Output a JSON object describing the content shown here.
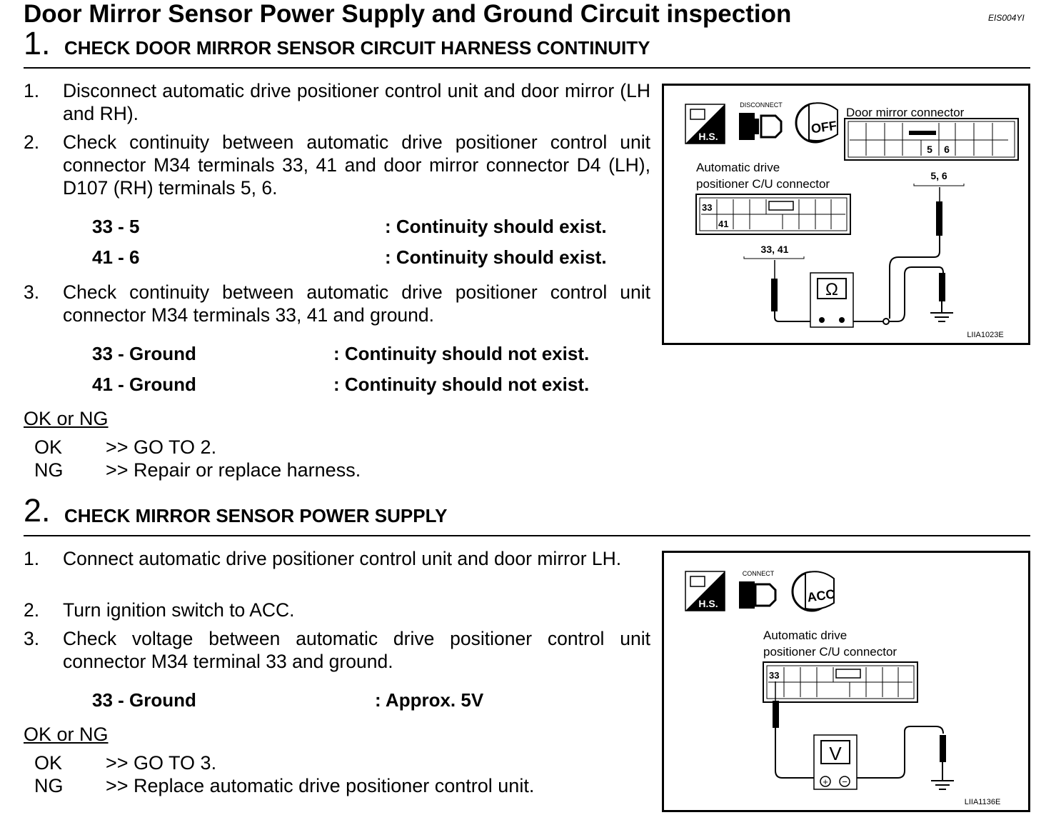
{
  "doc": {
    "title": "Door Mirror Sensor Power Supply and Ground Circuit inspection",
    "code": "EIS004YI"
  },
  "step1": {
    "number": "1.",
    "title": "CHECK DOOR MIRROR SENSOR CIRCUIT HARNESS CONTINUITY",
    "items": [
      {
        "num": "1.",
        "text": "Disconnect automatic drive positioner control unit and door mirror (LH and RH)."
      },
      {
        "num": "2.",
        "text": "Check continuity between automatic drive positioner control unit connector M34 terminals 33, 41 and door mirror connector D4 (LH), D107 (RH) terminals 5, 6."
      },
      {
        "num": "3.",
        "text": "Check continuity between automatic drive positioner control unit connector M34 terminals 33, 41 and ground."
      }
    ],
    "specs_a": [
      {
        "label": "33 - 5",
        "value": ": Continuity should exist."
      },
      {
        "label": "41 - 6",
        "value": ": Continuity should exist."
      }
    ],
    "specs_b": [
      {
        "label": "33 - Ground",
        "value": ": Continuity should not exist."
      },
      {
        "label": "41 - Ground",
        "value": ": Continuity should not exist."
      }
    ],
    "okng_label": "OK or NG",
    "results": [
      {
        "key": "OK",
        "value": ">> GO TO 2."
      },
      {
        "key": "NG",
        "value": ">> Repair or replace harness."
      }
    ],
    "figure": {
      "hs": "H.S.",
      "action": "DISCONNECT",
      "key": "OFF",
      "mirror_connector": "Door mirror connector",
      "terminal_5": "5",
      "terminal_6": "6",
      "cu_line1": "Automatic drive",
      "cu_line2": "positioner C/U connector",
      "terminal_33": "33",
      "terminal_41": "41",
      "probe_a": "5, 6",
      "probe_b": "33, 41",
      "meter": "Ω",
      "ref": "LIIA1023E"
    }
  },
  "step2": {
    "number": "2.",
    "title": "CHECK MIRROR SENSOR POWER SUPPLY",
    "items": [
      {
        "num": "1.",
        "text": "Connect automatic drive positioner control unit and door mirror LH."
      },
      {
        "num": "2.",
        "text": "Turn ignition switch to ACC."
      },
      {
        "num": "3.",
        "text": "Check voltage between automatic drive positioner control unit connector M34 terminal 33 and ground."
      }
    ],
    "specs": [
      {
        "label": "33 - Ground",
        "value": ": Approx. 5V"
      }
    ],
    "okng_label": "OK or NG",
    "results": [
      {
        "key": "OK",
        "value": ">> GO TO 3."
      },
      {
        "key": "NG",
        "value": ">> Replace automatic drive positioner control unit."
      }
    ],
    "figure": {
      "hs": "H.S.",
      "action": "CONNECT",
      "key": "ACC",
      "cu_line1": "Automatic drive",
      "cu_line2": "positioner C/U connector",
      "terminal_33": "33",
      "meter": "V",
      "plus": "+",
      "minus": "−",
      "ref": "LIIA1136E"
    }
  }
}
